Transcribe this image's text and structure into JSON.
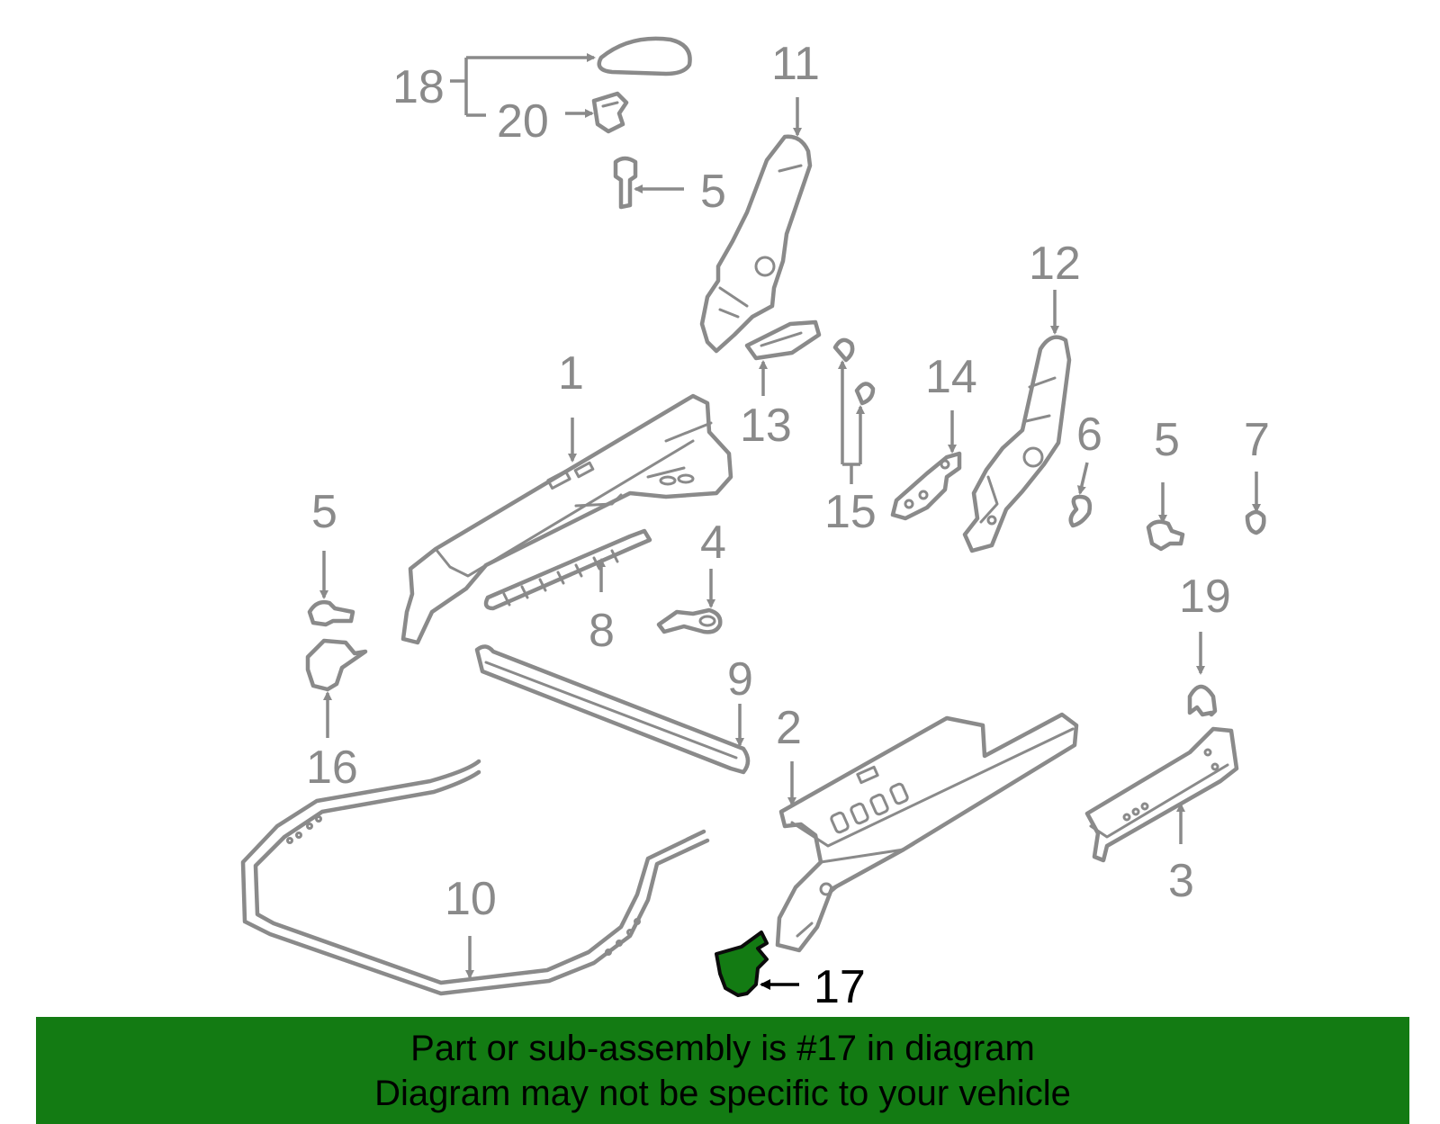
{
  "colors": {
    "parts": "#8a8a8a",
    "highlight_part": "#137b13",
    "banner_background": "#137b13",
    "banner_text": "#000000",
    "background": "#ffffff"
  },
  "highlighted_part": "17",
  "callouts": {
    "c1": "1",
    "c2": "2",
    "c3": "3",
    "c4": "4",
    "c5a": "5",
    "c5b": "5",
    "c5c": "5",
    "c6": "6",
    "c7": "7",
    "c8": "8",
    "c9": "9",
    "c10": "10",
    "c11": "11",
    "c12": "12",
    "c13": "13",
    "c14": "14",
    "c15": "15",
    "c16": "16",
    "c17": "17",
    "c18": "18",
    "c19": "19",
    "c20": "20"
  },
  "banner": {
    "line1": "Part or sub-assembly is #17 in diagram",
    "line2": "Diagram may not be specific to your vehicle"
  }
}
